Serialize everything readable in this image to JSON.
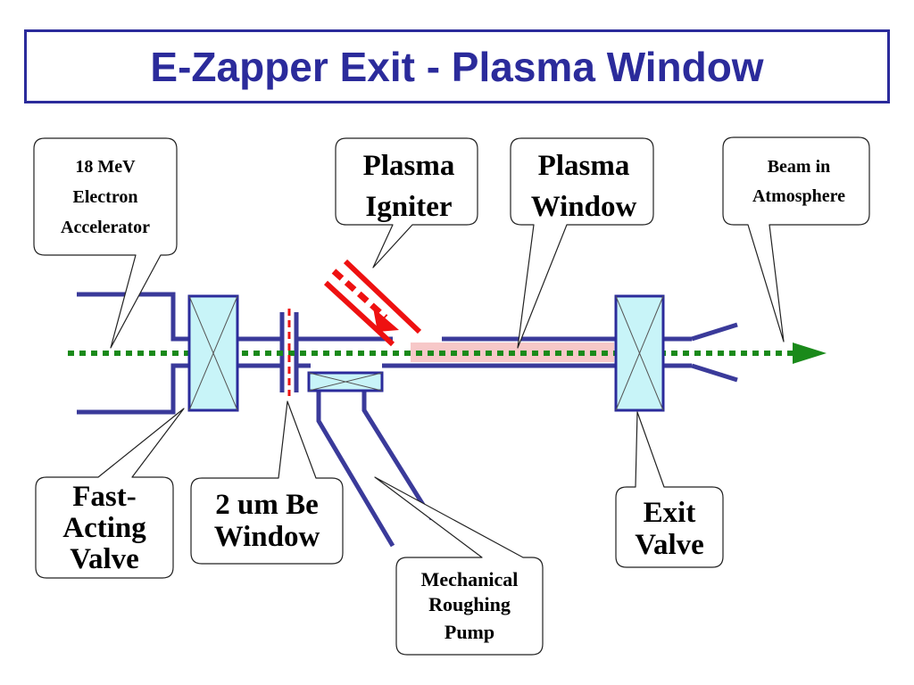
{
  "title": "E-Zapper Exit - Plasma Window",
  "labels": {
    "accelerator": [
      "18 MeV",
      "Electron",
      "Accelerator"
    ],
    "igniter": [
      "Plasma",
      "Igniter"
    ],
    "plasma_window": [
      "Plasma",
      "Window"
    ],
    "beam_atmosphere": [
      "Beam in",
      "Atmosphere"
    ],
    "fast_valve": [
      "Fast-",
      "Acting",
      "Valve"
    ],
    "be_window": [
      "2 um Be",
      "Window"
    ],
    "pump": [
      "Mechanical",
      "Roughing",
      "Pump"
    ],
    "exit_valve": [
      "Exit",
      "Valve"
    ]
  },
  "colors": {
    "title": "#2b2b9b",
    "pipe": "#3a3a9a",
    "valve_fill": "#c8f4f8",
    "beam": "#1a8a1a",
    "igniter": "#ee1111",
    "plasma": "#f7c8c8"
  }
}
